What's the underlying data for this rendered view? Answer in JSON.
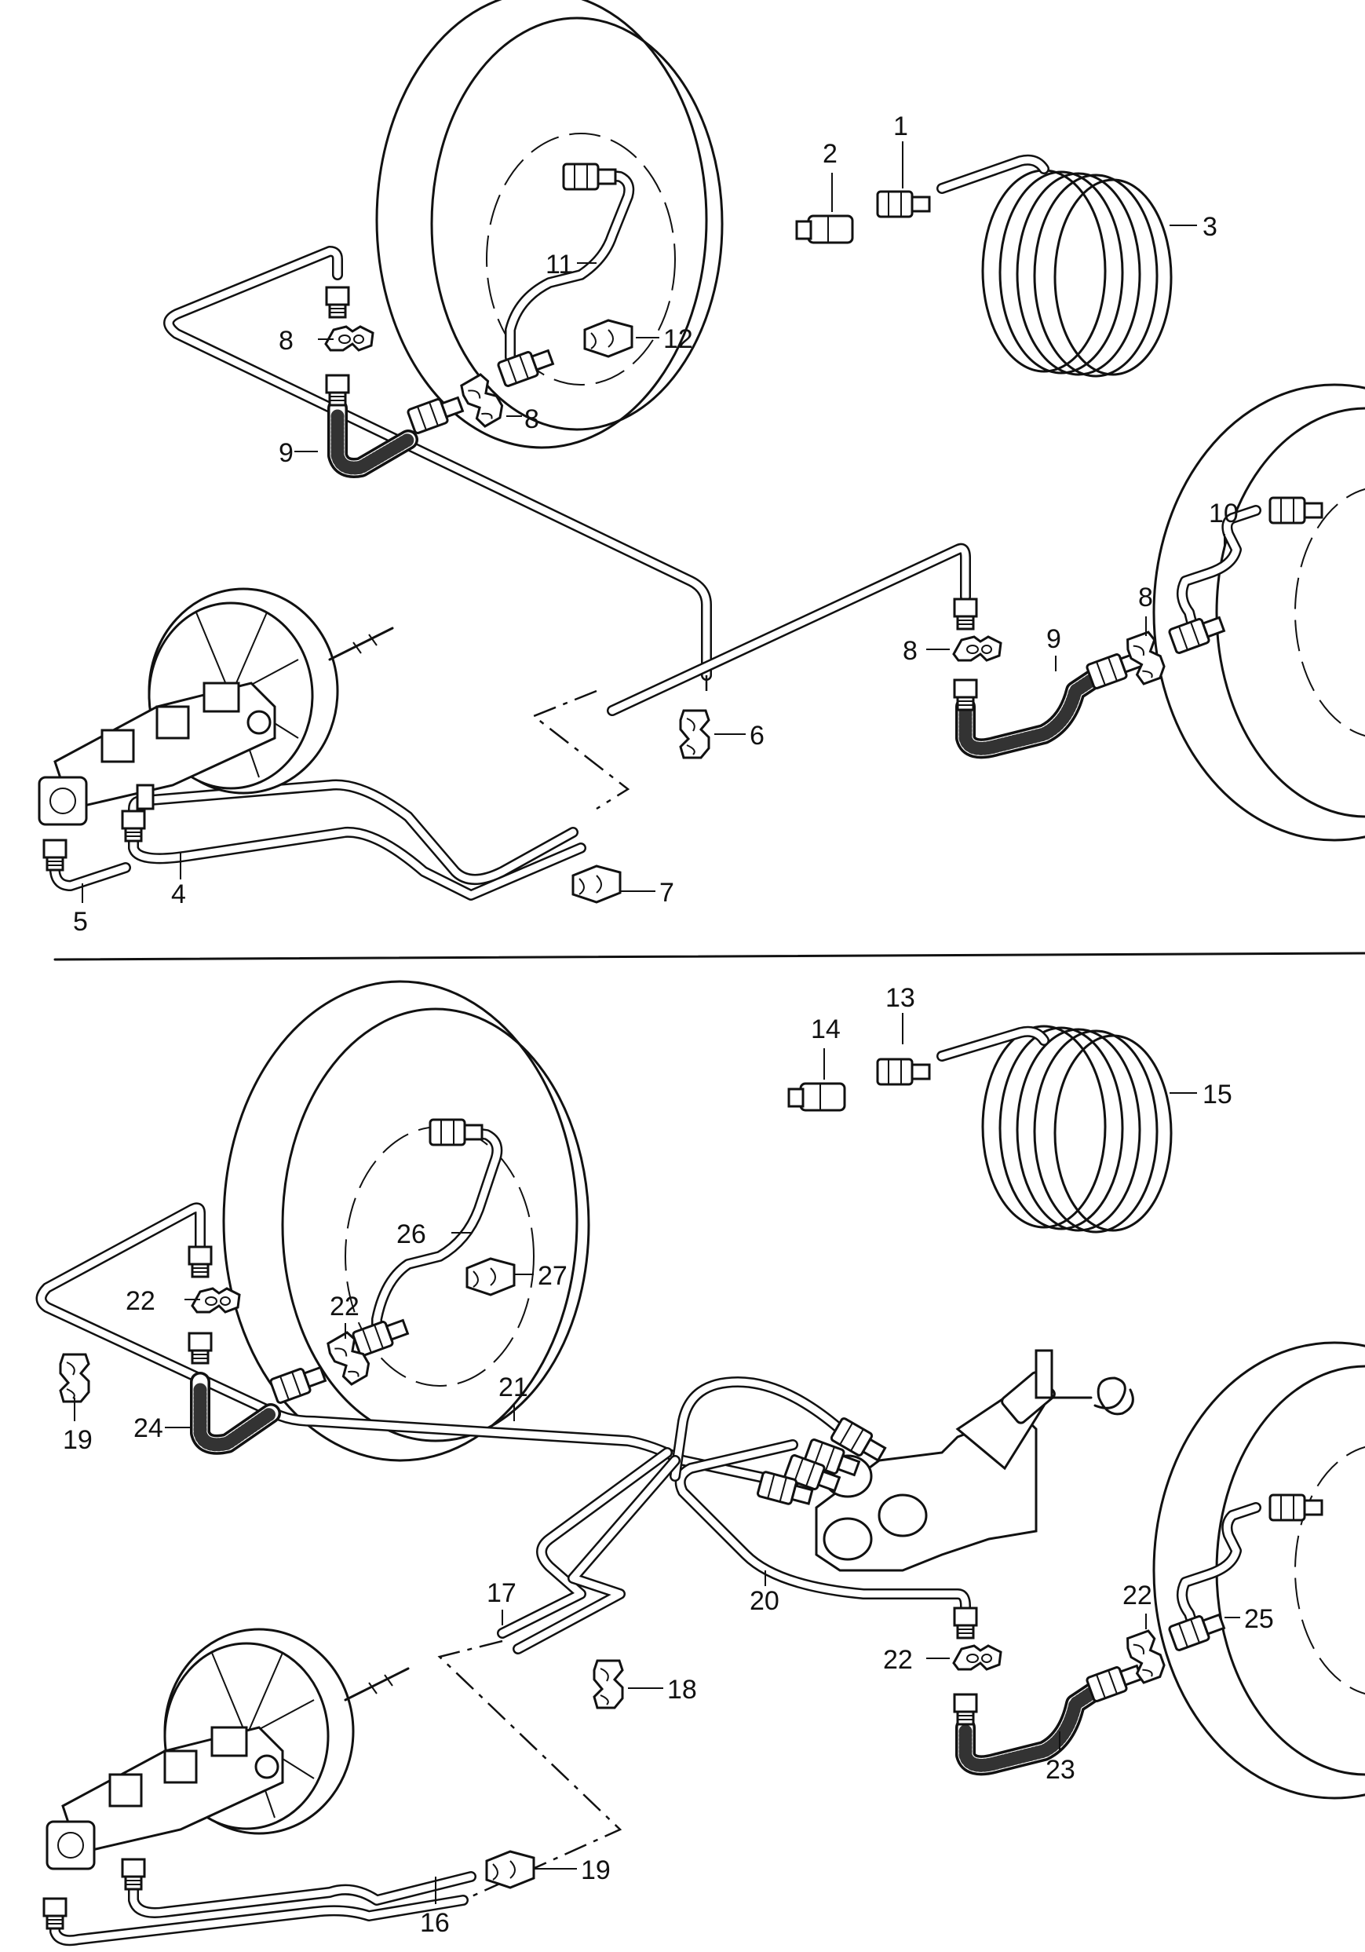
{
  "diagram": {
    "labels_top": [
      "1",
      "2",
      "3",
      "4",
      "5",
      "6",
      "7",
      "8",
      "8",
      "8",
      "8",
      "9",
      "9",
      "10",
      "11",
      "12"
    ],
    "labels_bottom": [
      "13",
      "14",
      "15",
      "16",
      "17",
      "18",
      "19",
      "19",
      "20",
      "21",
      "22",
      "22",
      "22",
      "22",
      "23",
      "24",
      "25",
      "26",
      "27"
    ]
  },
  "labels": {
    "l1": "1",
    "l2": "2",
    "l3": "3",
    "l4": "4",
    "l5": "5",
    "l6": "6",
    "l7": "7",
    "l8a": "8",
    "l8b": "8",
    "l8c": "8",
    "l8d": "8",
    "l9a": "9",
    "l9b": "9",
    "l10": "10",
    "l11": "11",
    "l12": "12",
    "l13": "13",
    "l14": "14",
    "l15": "15",
    "l16": "16",
    "l17": "17",
    "l18": "18",
    "l19a": "19",
    "l19b": "19",
    "l20": "20",
    "l21": "21",
    "l22a": "22",
    "l22b": "22",
    "l22c": "22",
    "l22d": "22",
    "l23": "23",
    "l24": "24",
    "l25": "25",
    "l26": "26",
    "l27": "27"
  }
}
